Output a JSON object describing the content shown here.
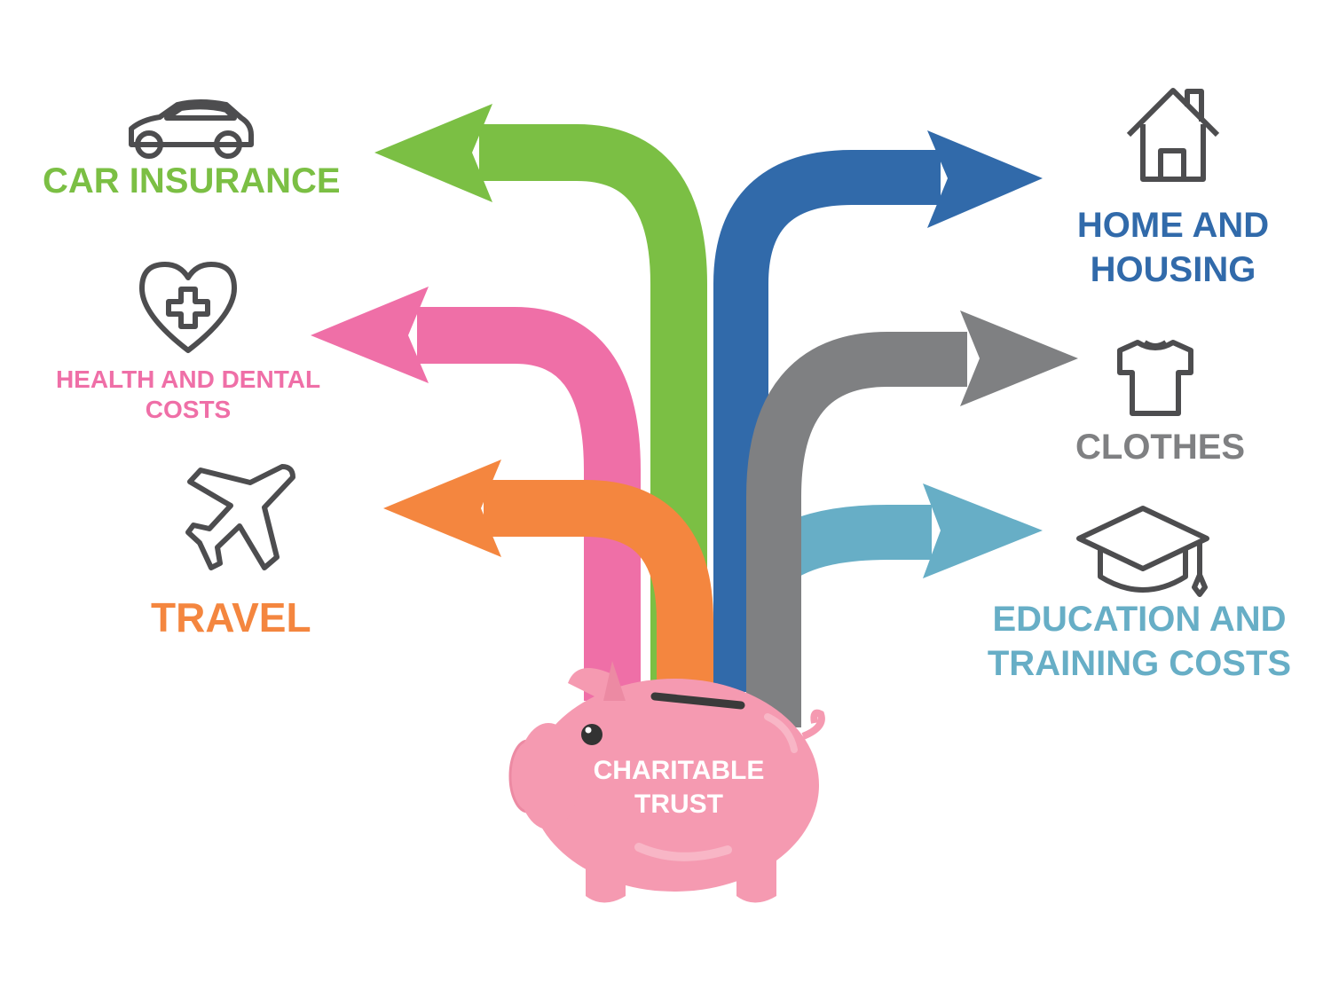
{
  "center": {
    "line1": "CHARITABLE",
    "line2": "TRUST"
  },
  "categories": {
    "car": {
      "label": "CAR INSURANCE",
      "icon": "car-icon",
      "color": "#7bbf44"
    },
    "health": {
      "line1": "HEALTH AND DENTAL",
      "line2": "COSTS",
      "icon": "heart-plus-icon",
      "color": "#ef6fa7"
    },
    "travel": {
      "label": "TRAVEL",
      "icon": "airplane-icon",
      "color": "#f4863f"
    },
    "home": {
      "line1": "HOME AND",
      "line2": "HOUSING",
      "icon": "house-icon",
      "color": "#316aaa"
    },
    "clothes": {
      "label": "CLOTHES",
      "icon": "tshirt-icon",
      "color": "#7f8082"
    },
    "education": {
      "line1": "EDUCATION AND",
      "line2": "TRAINING COSTS",
      "icon": "graduation-cap-icon",
      "color": "#67aec6"
    }
  },
  "colors": {
    "piggy": "#f59ab1",
    "piggy_dark": "#ec8aa3",
    "icon_stroke": "#4d4d4f"
  }
}
